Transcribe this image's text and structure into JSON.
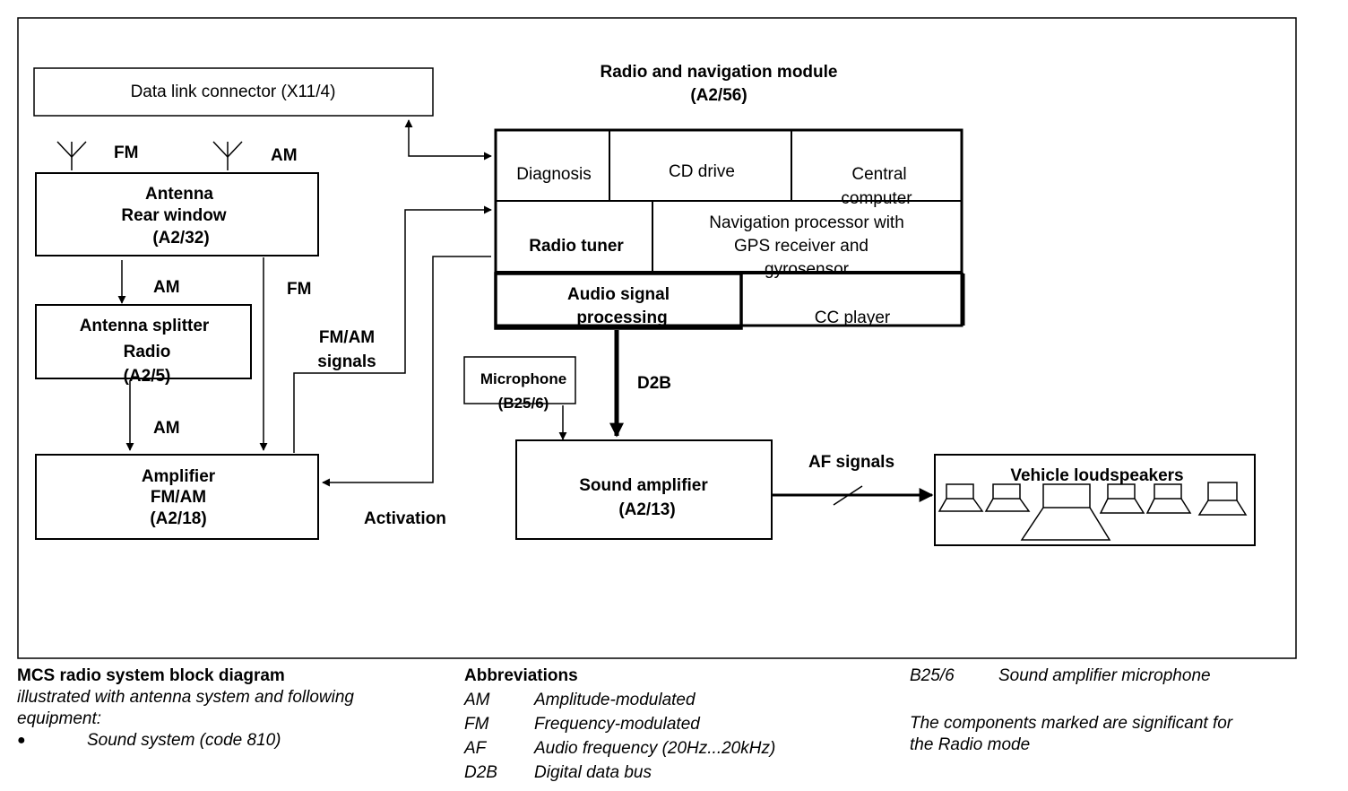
{
  "module": {
    "title_line1": "Radio and navigation module",
    "title_line2": "(A2/56)",
    "cells": {
      "diagnosis": "Diagnosis",
      "cd_drive": "CD drive",
      "central_computer": [
        "Central",
        "computer"
      ],
      "radio_tuner": "Radio tuner",
      "nav_processor": [
        "Navigation processor with",
        "GPS receiver and",
        "gyrosensor"
      ],
      "audio_signal": [
        "Audio signal",
        "processing"
      ],
      "cc_player": "CC player"
    }
  },
  "blocks": {
    "data_link": "Data link connector (X11/4)",
    "antenna": [
      "Antenna",
      "Rear window",
      "(A2/32)"
    ],
    "splitter": [
      "Antenna splitter",
      "Radio",
      "(A2/5)"
    ],
    "amplifier": [
      "Amplifier",
      "FM/AM",
      "(A2/18)"
    ],
    "microphone": [
      "Microphone",
      "(B25/6)"
    ],
    "sound_amp": [
      "Sound amplifier",
      "(A2/13)"
    ],
    "loudspeakers": "Vehicle loudspeakers"
  },
  "signals": {
    "fm_antenna": "FM",
    "am_antenna": "AM",
    "am_1": "AM",
    "fm_1": "FM",
    "am_2": "AM",
    "fmam_signals": [
      "FM/AM",
      "signals"
    ],
    "activation": "Activation",
    "d2b": "D2B",
    "af_signals": "AF signals"
  },
  "legend": {
    "title": "MCS radio system block diagram",
    "line2": "illustrated with antenna system and following",
    "line3": "equipment:",
    "bullet": "●",
    "bullet_text": "Sound system (code 810)",
    "abbr_title": "Abbreviations",
    "abbr": [
      {
        "k": "AM",
        "v": "Amplitude-modulated"
      },
      {
        "k": "FM",
        "v": "Frequency-modulated"
      },
      {
        "k": "AF",
        "v": "Audio frequency (20Hz...20kHz)"
      },
      {
        "k": "D2B",
        "v": "Digital data bus"
      }
    ],
    "b25_key": "B25/6",
    "b25_val": "Sound amplifier microphone",
    "note_line1": "The components marked are significant for",
    "note_line2": "the Radio mode"
  }
}
